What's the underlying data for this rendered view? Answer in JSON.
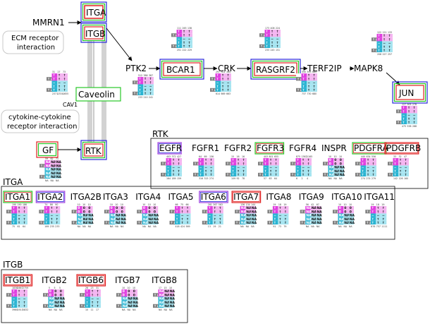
{
  "colors": {
    "magenta": "#e040e0",
    "pink": "#f4b4f0",
    "cyan": "#2ab4d2",
    "lightcyan": "#a6e4f0",
    "gray": "#c8c8c8",
    "darkgray": "#808080",
    "green": "#28c828",
    "red": "#e02020",
    "blue": "#2828d8",
    "purple": "#a040e0",
    "pathway_gray": "#d2d2d2"
  },
  "labels": {
    "mmrn1": "MMRN1",
    "ecm_receptor": "ECM receptor interaction",
    "cytokine": "cytokine-cytokine receptor interaction",
    "itga_node": "ITGA",
    "itgb_node": "ITGB",
    "caveolin": "Caveolin",
    "cav1": "CAV1",
    "gf": "GF",
    "rtk_node": "RTK",
    "ptk2": "PTK2",
    "bcar1": "BCAR1",
    "crk": "CRK",
    "rasgrf2": "RASGRF2",
    "terf2ip": "TERF2IP",
    "mapk8": "MAPK8",
    "jun": "JUN",
    "rtk_section": "RTK",
    "itga_section": "ITGA",
    "itgb_section": "ITGB"
  },
  "rtk_genes": [
    {
      "name": "EGFR",
      "border": "purple",
      "counts": [
        "164",
        "189",
        "159"
      ],
      "top": [
        "403",
        "372",
        "427"
      ]
    },
    {
      "name": "FGFR1",
      "border": "",
      "counts": [
        "316",
        "315",
        "274"
      ],
      "top": [
        "64",
        "69",
        "156"
      ]
    },
    {
      "name": "FGFR2",
      "border": "",
      "counts": [
        "109",
        "92",
        "78"
      ],
      "top": [
        "15",
        "16",
        "16"
      ]
    },
    {
      "name": "FGFR3",
      "border": "green",
      "counts": [
        "57",
        "63",
        "64"
      ],
      "top": [
        "403",
        "801",
        "655"
      ]
    },
    {
      "name": "FGFR4",
      "border": "",
      "counts": [
        "6",
        "2",
        "4"
      ],
      "top": [
        "875",
        "1362",
        "1165"
      ]
    },
    {
      "name": "INSPR",
      "border": "",
      "counts": [
        "NA",
        "NA",
        "NA"
      ],
      "top": [
        "10",
        "10",
        "10"
      ]
    },
    {
      "name": "PDGFRA",
      "border": "green",
      "counts": [
        "274",
        "274",
        "279"
      ],
      "top": [
        "440",
        "634",
        "556"
      ]
    },
    {
      "name": "PDGFRB",
      "border": "red",
      "counts": [
        "142",
        "126",
        "160"
      ],
      "top": [
        "33",
        "32",
        "47"
      ]
    }
  ],
  "itga_genes": [
    {
      "name": "ITGA1",
      "border": "green",
      "counts": [
        "75",
        "61",
        "64"
      ],
      "top": [
        "190",
        "190",
        "186"
      ]
    },
    {
      "name": "ITGA2",
      "border": "purple",
      "counts": [
        "169",
        "235",
        "233"
      ],
      "top": [
        "74",
        "86",
        "90"
      ]
    },
    {
      "name": "ITGA2B",
      "border": "",
      "counts": [
        "NA",
        "NA",
        "NA"
      ],
      "top": [
        "10",
        "10",
        "10"
      ]
    },
    {
      "name": "ITGA3",
      "border": "",
      "counts": [
        "NA",
        "NA",
        "NA"
      ],
      "top": [
        "10",
        "10",
        "10"
      ]
    },
    {
      "name": "ITGA4",
      "border": "",
      "counts": [
        "NA",
        "NA",
        "NA"
      ],
      "top": [
        "10",
        "10",
        "10"
      ]
    },
    {
      "name": "ITGA5",
      "border": "",
      "counts": [
        "418",
        "424",
        "569"
      ],
      "top": [
        "66",
        "75",
        "66"
      ]
    },
    {
      "name": "ITGA6",
      "border": "purple",
      "counts": [
        "13",
        "19",
        "21"
      ],
      "top": [
        "281",
        "367",
        "563"
      ]
    },
    {
      "name": "ITGA7",
      "border": "red",
      "counts": [
        "NA",
        "NA",
        "NA"
      ],
      "top": [
        "136",
        "134",
        "144"
      ]
    },
    {
      "name": "ITGA8",
      "border": "",
      "counts": [
        "91",
        "73",
        "79"
      ],
      "top": [
        "19",
        "18",
        "19"
      ]
    },
    {
      "name": "ITGA9",
      "border": "",
      "counts": [
        "NA",
        "NA",
        "NA"
      ],
      "top": [
        "56",
        "42",
        "67"
      ]
    },
    {
      "name": "ITGA10",
      "border": "",
      "counts": [
        "NA",
        "NA",
        "NA"
      ],
      "top": [
        "10",
        "10",
        "10"
      ]
    },
    {
      "name": "ITGA11",
      "border": "",
      "counts": [
        "876",
        "757",
        "1111"
      ],
      "top": [
        "19",
        "18",
        "19"
      ]
    }
  ],
  "itgb_genes": [
    {
      "name": "ITGB1",
      "border": "red",
      "counts": [
        "3960",
        "1911",
        "5832"
      ],
      "top": [
        "1838",
        "2667",
        "2759"
      ]
    },
    {
      "name": "ITGB2",
      "border": "",
      "counts": [
        "NA",
        "NA",
        "NA"
      ],
      "top": [
        "5",
        "5",
        "5"
      ]
    },
    {
      "name": "ITGB6",
      "border": "red",
      "counts": [
        "10",
        "11",
        "17"
      ],
      "top": [
        "26",
        "23",
        "31"
      ]
    },
    {
      "name": "ITGB7",
      "border": "",
      "counts": [
        "NA",
        "NA",
        "NA"
      ],
      "top": [
        "10",
        "10",
        "10"
      ]
    },
    {
      "name": "ITGB8",
      "border": "",
      "counts": [
        "NA",
        "NA",
        "NA"
      ],
      "top": [
        "17",
        "15",
        "10"
      ]
    }
  ],
  "pathway_minis": {
    "bcar1": {
      "top": [
        "111",
        "263",
        "138"
      ],
      "bottom": [
        "251",
        "222",
        "229"
      ]
    },
    "crk": {
      "top": [
        "297",
        "301",
        "364"
      ],
      "bottom": [
        "614",
        "669",
        "663"
      ]
    },
    "rasgrf2": {
      "top": [
        "173",
        "406",
        "224"
      ],
      "bottom": [
        "233",
        "245",
        "151"
      ]
    },
    "terf2ip": {
      "top": [
        "590",
        "593",
        "685"
      ],
      "bottom": [
        "737",
        "730",
        "680"
      ]
    },
    "mapk8": {
      "top": [
        "122",
        "121",
        "133"
      ],
      "bottom": [
        "208",
        "227",
        "257"
      ]
    },
    "jun": {
      "top": [
        "127",
        "905",
        "278"
      ],
      "bottom": [
        "475",
        "538",
        "288"
      ]
    },
    "ptk2": {
      "top": [
        "512",
        "386",
        "367"
      ],
      "bottom": [
        "233",
        "210",
        "241"
      ]
    },
    "mmrn1": {
      "top": [
        "31",
        "27",
        "73"
      ],
      "bottom": [
        "2371",
        "2334",
        "1655"
      ]
    },
    "gf": {
      "top": [
        "59",
        "62",
        "71"
      ],
      "bottom": [
        "NA",
        "NA",
        "NA"
      ]
    }
  },
  "mini_glyphs": {
    "na": "NA",
    "up": "↑",
    "down": "↓",
    "dash": "−",
    "zero": "0",
    "updown": "↑↓"
  }
}
